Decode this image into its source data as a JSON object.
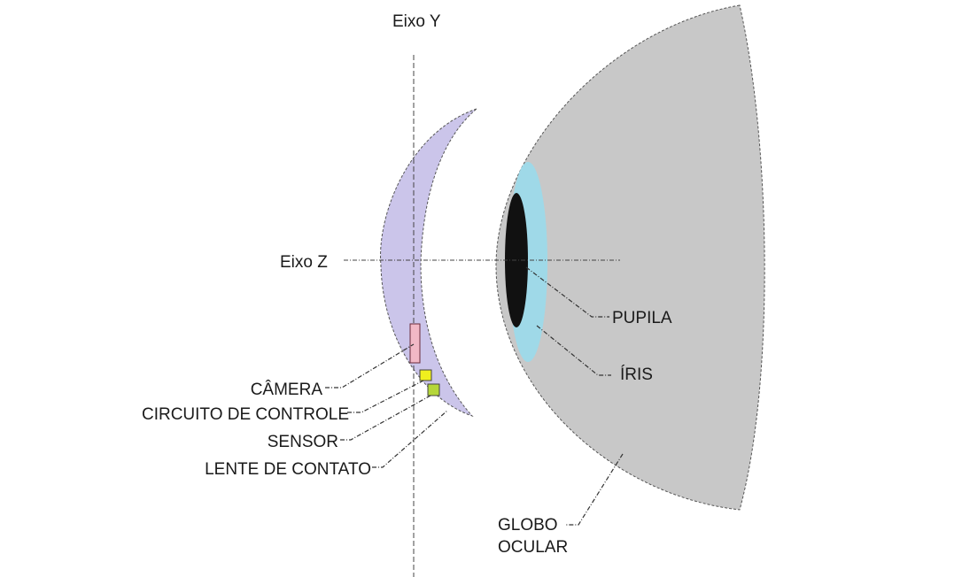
{
  "axes": {
    "y_label": "Eixo Y",
    "z_label": "Eixo Z"
  },
  "labels": {
    "camera": "CÂMERA",
    "control_circuit": "CIRCUITO DE CONTROLE",
    "sensor": "SENSOR",
    "contact_lens": "LENTE DE CONTATO",
    "pupil": "PUPILA",
    "iris": "ÍRIS",
    "eyeball_line1": "GLOBO",
    "eyeball_line2": "OCULAR"
  },
  "colors": {
    "eyeball": "#c8c8c8",
    "iris": "#9fd9e8",
    "pupil": "#111111",
    "lens": "#cbc5ea",
    "camera": "#f2b8c6",
    "control_circuit": "#f0ef1e",
    "sensor": "#b5d63a"
  }
}
